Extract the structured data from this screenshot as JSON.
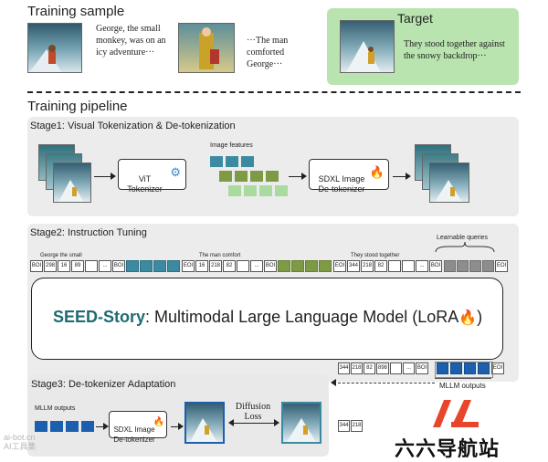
{
  "training_sample": {
    "title": "Training sample",
    "caption1": "George, the small monkey, was on an icy adventure···",
    "caption2": "···The man comforted George···",
    "target_title": "Target",
    "target_caption": "They stood together against the snowy backdrop···"
  },
  "pipeline_title": "Training pipeline",
  "stage1": {
    "title": "Stage1: Visual Tokenization & De-tokenization",
    "vit_label": "ViT\nTokenizer",
    "features_label": "Image features",
    "detok_label": "SDXL Image\nDe-tokenizer"
  },
  "stage2": {
    "title": "Stage2: Instruction Tuning",
    "label_george": "George  the small",
    "label_man": "The  man  comfort",
    "label_they": "They stood together",
    "label_queries": "Learnable queries",
    "model_name": "SEED-Story",
    "model_rest": ": Multimodal Large Language Model (LoRA",
    "model_close": ")",
    "mllm_outputs": "MLLM outputs",
    "tokens": {
      "boi": "BOI",
      "eoi": "EOI",
      "dots": "...",
      "seq1": [
        "298",
        "16",
        "89"
      ],
      "seq2": [
        "16",
        "218",
        "82"
      ],
      "seq3": [
        "344",
        "218",
        "82"
      ],
      "out_seq": [
        "344",
        "218",
        "82",
        "898"
      ],
      "bottom_seq": [
        "344",
        "218"
      ]
    }
  },
  "stage3": {
    "title": "Stage3: De-tokenizer Adaptation",
    "mllm_outputs": "MLLM outputs",
    "detok_label": "SDXL Image\nDe-tokenizer",
    "loss_label": "Diffusion\nLoss"
  },
  "watermark_left": "ai-bot.cn\nAI工具集",
  "watermark_right": "六六导航站",
  "colors": {
    "teal": "#3c8aa2",
    "olive": "#7f9a45",
    "light_green": "#a9dba0",
    "mllm_blue": "#1b5fae",
    "target_bg": "#b9e4b0",
    "seed_story": "#1f6b72",
    "logo_orange": "#e8452a"
  }
}
